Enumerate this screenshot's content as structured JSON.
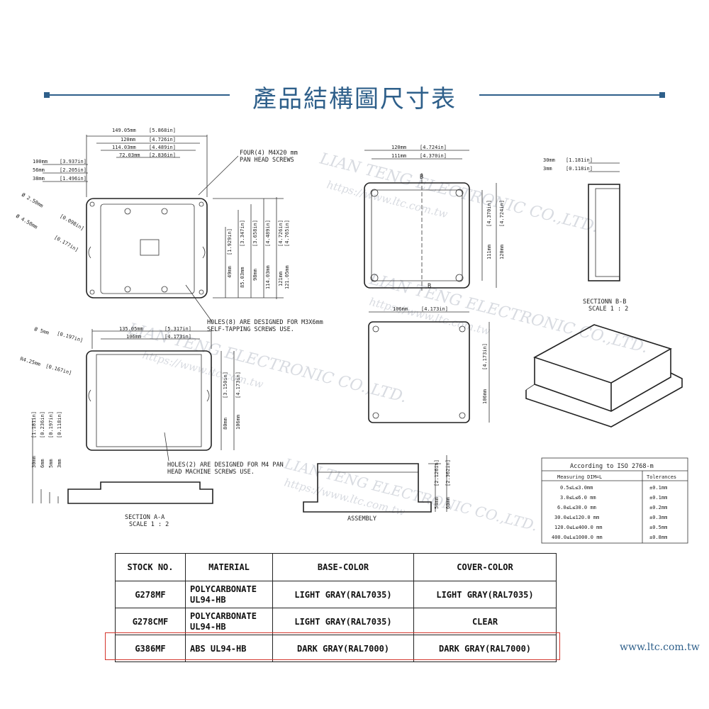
{
  "header": {
    "title": "產品結構圖尺寸表"
  },
  "watermark": {
    "text": "LIAN TENG ELECTRONIC CO.,LTD.",
    "url": "https://www.ltc.com.tw"
  },
  "drawing": {
    "top_view": {
      "dims": [
        "149.05mm",
        "[5.868in]",
        "120mm",
        "[4.726in]",
        "114.03mm",
        "[4.489in]",
        "72.03mm",
        "[2.836in]",
        "100mm",
        "[3.937in]",
        "56mm",
        "[2.205in]",
        "38mm",
        "[1.496in]",
        "Ø 2.50mm",
        "[0.098in]",
        "Ø 4.50mm",
        "[0.177in]",
        "[1.929in]",
        "[3.347in]",
        "[3.658in]",
        "[4.489in]",
        "[4.726in]",
        "[4.765in]",
        "49mm",
        "85.03mm",
        "98mm",
        "114.03mm",
        "121mm",
        "121.05mm"
      ],
      "note_screws": [
        "FOUR(4) M4X20 mm",
        "PAN HEAD SCREWS"
      ],
      "note_holes": [
        "HOLES(8) ARE DESIGNED FOR M3X6mm",
        "SELF-TAPPING SCREWS USE."
      ]
    },
    "bottom_view": {
      "dims": [
        "135.05mm",
        "[5.317in]",
        "106mm",
        "[4.173in]",
        "Ø 5mm",
        "[0.197in]",
        "R4.25mm",
        "[0.167in]",
        "[3.150in]",
        "[4.173in]",
        "80mm",
        "106mm"
      ],
      "note_holes": [
        "HOLES(2) ARE DESIGNED FOR M4 PAN",
        "HEAD MACHINE SCREWS USE."
      ]
    },
    "section_aa": {
      "dims": [
        "[1.181in]",
        "[0.236in]",
        "[0.197in]",
        "[0.118in]",
        "30mm",
        "6mm",
        "5mm",
        "3mm"
      ],
      "label": [
        "SECTION  A-A",
        "SCALE  1 : 2"
      ]
    },
    "assembly": {
      "dims": [
        "[2.126in]",
        "[2.362in]",
        "54mm",
        "60mm"
      ],
      "label": "ASSEMBLY"
    },
    "base_top": {
      "dims": [
        "120mm",
        "[4.724in]",
        "111mm",
        "[4.370in]",
        "[4.370in]",
        "[4.724in]",
        "111mm",
        "120mm"
      ],
      "mark_b": "B"
    },
    "section_bb": {
      "dims": [
        "30mm",
        "[1.181in]",
        "3mm",
        "[0.118in]"
      ],
      "label": [
        "SECTIONN  B-B",
        "SCALE  1 : 2"
      ]
    },
    "cover": {
      "dims": [
        "106mm",
        "[4.173in]",
        "106mm",
        "[4.173in]"
      ]
    },
    "tolerance": {
      "title": "According to ISO 2768-m",
      "headers": [
        "Measuring  DIM=L",
        "Tolerances"
      ],
      "rows": [
        [
          "0.5≤L≤3.0mm",
          "±0.1mm"
        ],
        [
          "3.0≤L≤6.0 mm",
          "±0.1mm"
        ],
        [
          "6.0≤L≤30.0 mm",
          "±0.2mm"
        ],
        [
          "30.0≤L≤120.0 mm",
          "±0.3mm"
        ],
        [
          "120.0≤L≤400.0 mm",
          "±0.5mm"
        ],
        [
          "400.0≤L≤1000.0 mm",
          "±0.8mm"
        ]
      ]
    }
  },
  "table": {
    "headers": [
      "STOCK NO.",
      "MATERIAL",
      "BASE-COLOR",
      "COVER-COLOR"
    ],
    "rows": [
      [
        "G278MF",
        "POLYCARBONATE\nUL94-HB",
        "LIGHT GRAY(RAL7035)",
        "LIGHT GRAY(RAL7035)"
      ],
      [
        "G278CMF",
        "POLYCARBONATE\nUL94-HB",
        "LIGHT GRAY(RAL7035)",
        "CLEAR"
      ],
      [
        "G386MF",
        "ABS UL94-HB",
        "DARK GRAY(RAL7000)",
        "DARK GRAY(RAL7000)"
      ]
    ]
  },
  "footer": {
    "url": "www.ltc.com.tw"
  },
  "colors": {
    "accent": "#2e5f8a",
    "highlight": "#d4342c"
  }
}
